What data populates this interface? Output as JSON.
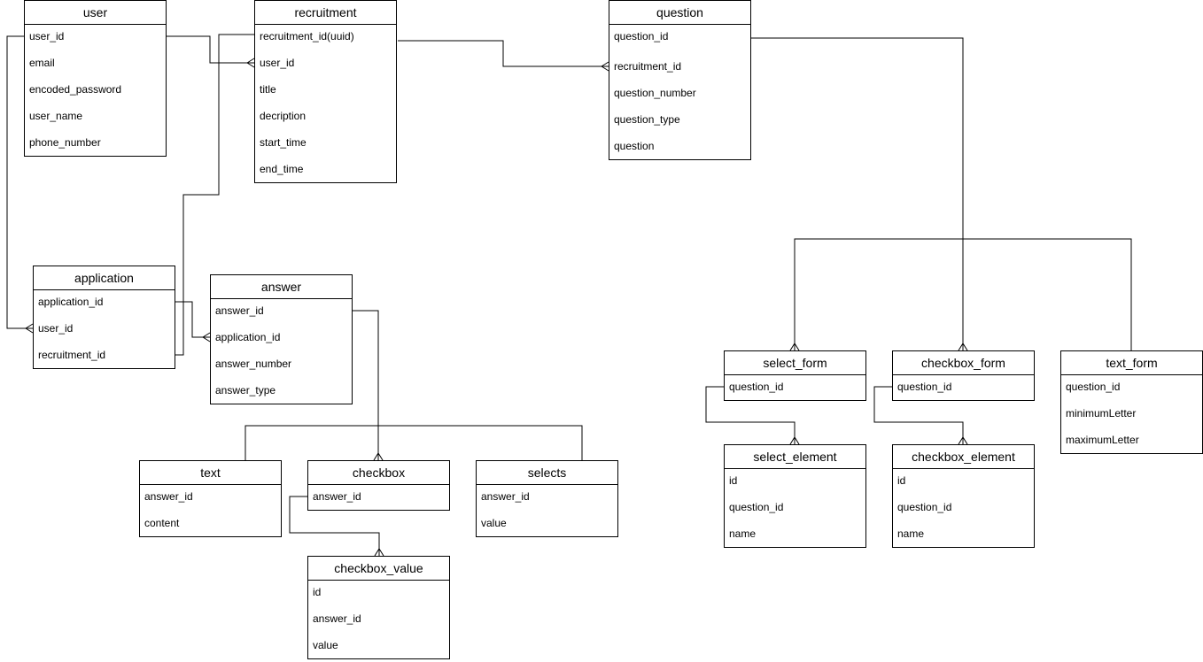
{
  "entities": {
    "user": {
      "title": "user",
      "fields": [
        "user_id",
        "email",
        "encoded_password",
        "user_name",
        "phone_number"
      ]
    },
    "recruitment": {
      "title": "recruitment",
      "fields": [
        "recruitment_id(uuid)",
        "user_id",
        "title",
        "decription",
        "start_time",
        "end_time"
      ]
    },
    "question": {
      "title": "question",
      "fields": [
        "question_id",
        "recruitment_id",
        "question_number",
        "question_type",
        "question"
      ]
    },
    "application": {
      "title": "application",
      "fields": [
        "application_id",
        "user_id",
        "recruitment_id"
      ]
    },
    "answer": {
      "title": "answer",
      "fields": [
        "answer_id",
        "application_id",
        "answer_number",
        "answer_type"
      ]
    },
    "text": {
      "title": "text",
      "fields": [
        "answer_id",
        "content"
      ]
    },
    "checkbox": {
      "title": "checkbox",
      "fields": [
        "answer_id"
      ]
    },
    "selects": {
      "title": "selects",
      "fields": [
        "answer_id",
        "value"
      ]
    },
    "checkbox_value": {
      "title": "checkbox_value",
      "fields": [
        "id",
        "answer_id",
        "value"
      ]
    },
    "select_form": {
      "title": "select_form",
      "fields": [
        "question_id"
      ]
    },
    "checkbox_form": {
      "title": "checkbox_form",
      "fields": [
        "question_id"
      ]
    },
    "text_form": {
      "title": "text_form",
      "fields": [
        "question_id",
        "minimumLetter",
        "maximumLetter"
      ]
    },
    "select_element": {
      "title": "select_element",
      "fields": [
        "id",
        "question_id",
        "name"
      ]
    },
    "checkbox_element": {
      "title": "checkbox_element",
      "fields": [
        "id",
        "question_id",
        "name"
      ]
    }
  }
}
